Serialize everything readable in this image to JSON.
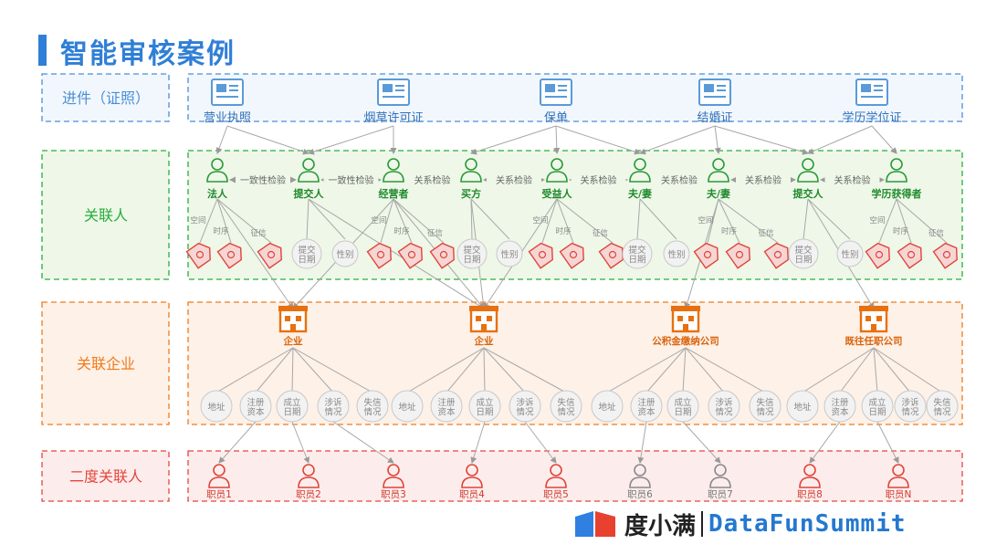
{
  "title": "智能审核案例",
  "brand": {
    "cn": "度小满",
    "en": "DataFunSummit"
  },
  "rows": [
    {
      "label": "进件（证照）",
      "color": "#4a8fd6",
      "fill": "#f1f7fd"
    },
    {
      "label": "关联人",
      "color": "#27ae3a",
      "fill": "#eef7e8"
    },
    {
      "label": "关联企业",
      "color": "#f07b1c",
      "fill": "#fdf1e8"
    },
    {
      "label": "二度关联人",
      "color": "#e6453c",
      "fill": "#fcedec"
    }
  ],
  "documents": [
    "营业执照",
    "烟草许可证",
    "保单",
    "结婚证",
    "学历学位证"
  ],
  "persons": [
    "法人",
    "提交人",
    "经营者",
    "买方",
    "受益人",
    "夫/妻",
    "夫/妻",
    "提交人",
    "学历获得者"
  ],
  "checks": [
    "一致性检验",
    "一致性检验",
    "关系检验",
    "关系检验",
    "关系检验",
    "关系检验",
    "关系检验",
    "关系检验"
  ],
  "attr_labels": {
    "space": "空间",
    "time": "时序",
    "credit": "征信",
    "date": "提交\n日期",
    "gender": "性别"
  },
  "companies": [
    "企业",
    "企业",
    "公积金缴纳公司",
    "既往任职公司"
  ],
  "company_attrs": [
    "地址",
    "注册\n资本",
    "成立\n日期",
    "涉诉\n情况",
    "失信\n情况"
  ],
  "employees": [
    "职员1",
    "职员2",
    "职员3",
    "职员4",
    "职员5",
    "职员6",
    "职员7",
    "职员8",
    "职员N"
  ]
}
